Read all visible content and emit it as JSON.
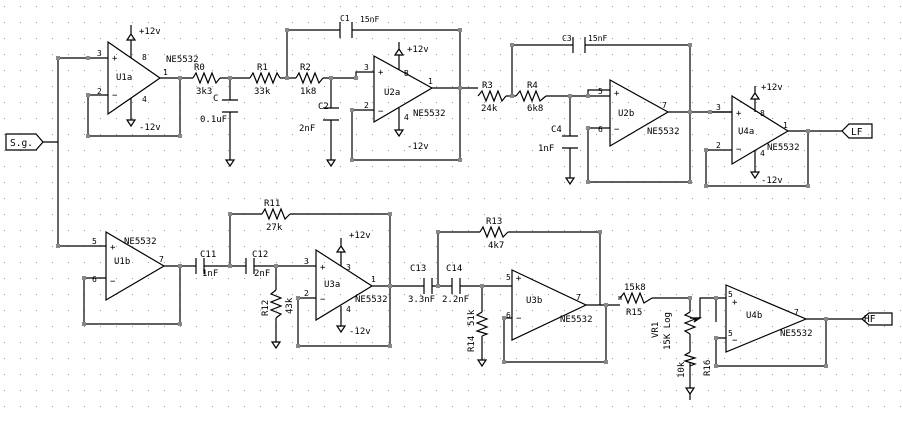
{
  "input": {
    "label": "S.g."
  },
  "outputs": {
    "lf": "LF",
    "hf": "HF"
  },
  "supply": {
    "pos": "+12v",
    "neg": "-12v"
  },
  "opamps": {
    "u1a": {
      "name": "U1a",
      "part": "NE5532",
      "pin_inp": "3",
      "pin_inn": "2",
      "pin_out": "1",
      "pin_vp": "8",
      "pin_vn": "4"
    },
    "u1b": {
      "name": "U1b",
      "part": "NE5532",
      "pin_inp": "5",
      "pin_inn": "6",
      "pin_out": "7"
    },
    "u2a": {
      "name": "U2a",
      "part": "NE5532",
      "pin_inp": "3",
      "pin_inn": "2",
      "pin_out": "1",
      "pin_vp": "8",
      "pin_vn": "4"
    },
    "u2b": {
      "name": "U2b",
      "part": "NE5532",
      "pin_inp": "5",
      "pin_inn": "6",
      "pin_out": "7"
    },
    "u3a": {
      "name": "U3a",
      "part": "NE5532",
      "pin_inp": "3",
      "pin_inn": "2",
      "pin_out": "1",
      "pin_vp": "3",
      "pin_vn": "4"
    },
    "u3b": {
      "name": "U3b",
      "part": "NE5532",
      "pin_inp": "5",
      "pin_inn": "6",
      "pin_out": "7"
    },
    "u4a": {
      "name": "U4a",
      "part": "NE5532",
      "pin_inp": "3",
      "pin_inn": "2",
      "pin_out": "1",
      "pin_vp": "8",
      "pin_vn": "4"
    },
    "u4b": {
      "name": "U4b",
      "part": "NE5532",
      "pin_inp": "5",
      "pin_inn": "5",
      "pin_out": "7"
    }
  },
  "components": {
    "r0": {
      "ref": "R0",
      "value": "3k3"
    },
    "r1": {
      "ref": "R1",
      "value": "33k"
    },
    "r2": {
      "ref": "R2",
      "value": "1k8"
    },
    "r3": {
      "ref": "R3",
      "value": "24k"
    },
    "r4": {
      "ref": "R4",
      "value": "6k8"
    },
    "c": {
      "ref": "C",
      "value": "0.1uF"
    },
    "c1": {
      "ref": "C1",
      "value": "15nF"
    },
    "c2": {
      "ref": "C2",
      "value": "2nF"
    },
    "c3": {
      "ref": "C3",
      "value": "15nF"
    },
    "c4": {
      "ref": "C4",
      "value": "1nF"
    },
    "c11": {
      "ref": "C11",
      "value": "1nF"
    },
    "c12": {
      "ref": "C12",
      "value": "2nF"
    },
    "r11": {
      "ref": "R11",
      "value": "27k"
    },
    "r12": {
      "ref": "R12",
      "value": "43k"
    },
    "c13": {
      "ref": "C13",
      "value": "3.3nF"
    },
    "c14": {
      "ref": "C14",
      "value": "2.2nF"
    },
    "r13": {
      "ref": "R13",
      "value": "4k7"
    },
    "r14": {
      "ref": "R14",
      "value": "51k"
    },
    "r15": {
      "ref": "R15",
      "value": "15k8"
    },
    "vr1": {
      "ref": "VR1",
      "value": "15K Log"
    },
    "r16": {
      "ref": "R16",
      "value": "10k"
    }
  }
}
